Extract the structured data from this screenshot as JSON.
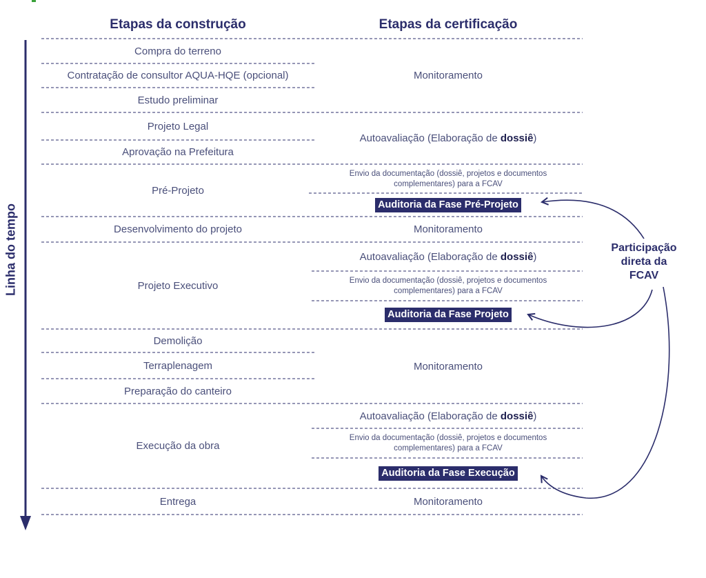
{
  "headers": {
    "construction": "Etapas da construção",
    "certification": "Etapas da certificação"
  },
  "timeline_label": "Linha do tempo",
  "construction_steps": [
    "Compra do terreno",
    "Contratação de consultor AQUA-HQE (opcional)",
    "Estudo preliminar",
    "Projeto Legal",
    "Aprovação na Prefeitura",
    "Pré-Projeto",
    "Desenvolvimento do projeto",
    "Projeto Executivo",
    "Demolição",
    "Terraplenagem",
    "Preparação do canteiro",
    "Execução da obra",
    "Entrega"
  ],
  "certification_steps": {
    "monitoring": "Monitoramento",
    "self_assessment_prefix": "Autoavaliação (Elaboração de ",
    "self_assessment_bold": "dossiê",
    "self_assessment_suffix": ")",
    "submission": "Envio da documentação (dossiê, projetos e documentos complementares) para a FCAV",
    "audit_pre_project": "Auditoria da Fase Pré-Projeto",
    "audit_project": "Auditoria da Fase Projeto",
    "audit_execution": "Auditoria da Fase Execução"
  },
  "fcav_note": {
    "line1": "Participação",
    "line2": "direta da",
    "line3": "FCAV"
  },
  "colors": {
    "navy": "#2b2d6b",
    "text": "#4a4f7a",
    "accent_green": "#3aa13a"
  }
}
